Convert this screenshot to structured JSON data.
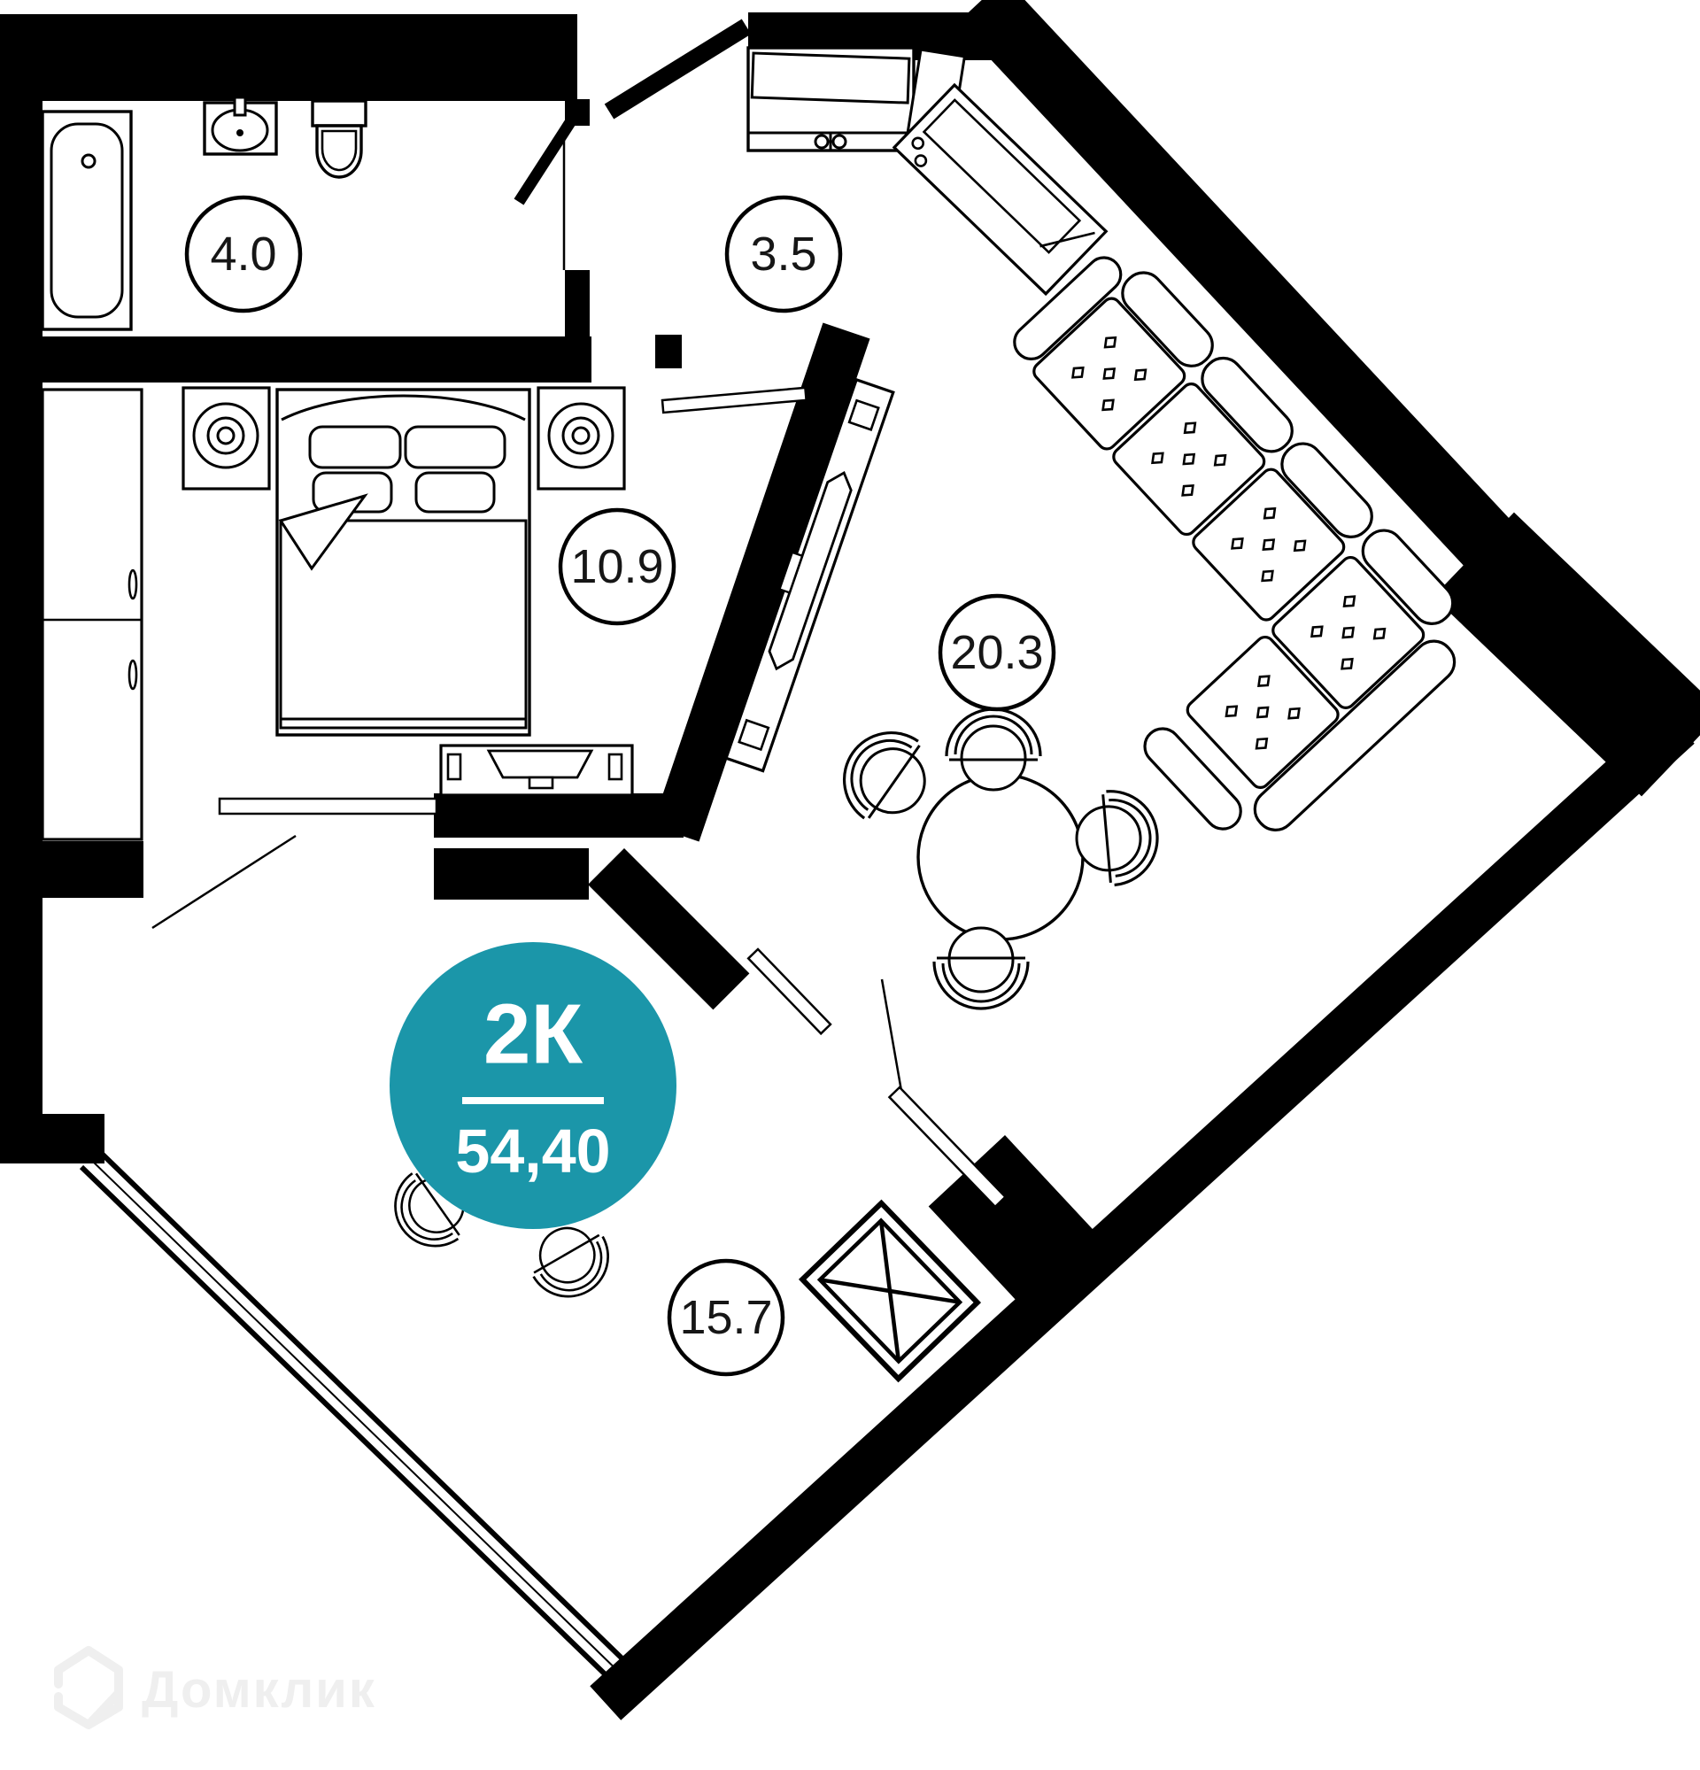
{
  "plan": {
    "badge": {
      "rooms_label": "2К",
      "area": "54,40",
      "color": "#1B96A9"
    },
    "rooms": [
      {
        "id": "bathroom",
        "area": "4.0"
      },
      {
        "id": "hallway",
        "area": "3.5"
      },
      {
        "id": "bedroom",
        "area": "10.9"
      },
      {
        "id": "living-room",
        "area": "20.3"
      },
      {
        "id": "room-2",
        "area": "15.7"
      }
    ],
    "watermark": {
      "text": "Домклик",
      "color": "#EFEFEF"
    },
    "colors": {
      "walls": "#000000",
      "background": "#FFFFFF"
    }
  }
}
